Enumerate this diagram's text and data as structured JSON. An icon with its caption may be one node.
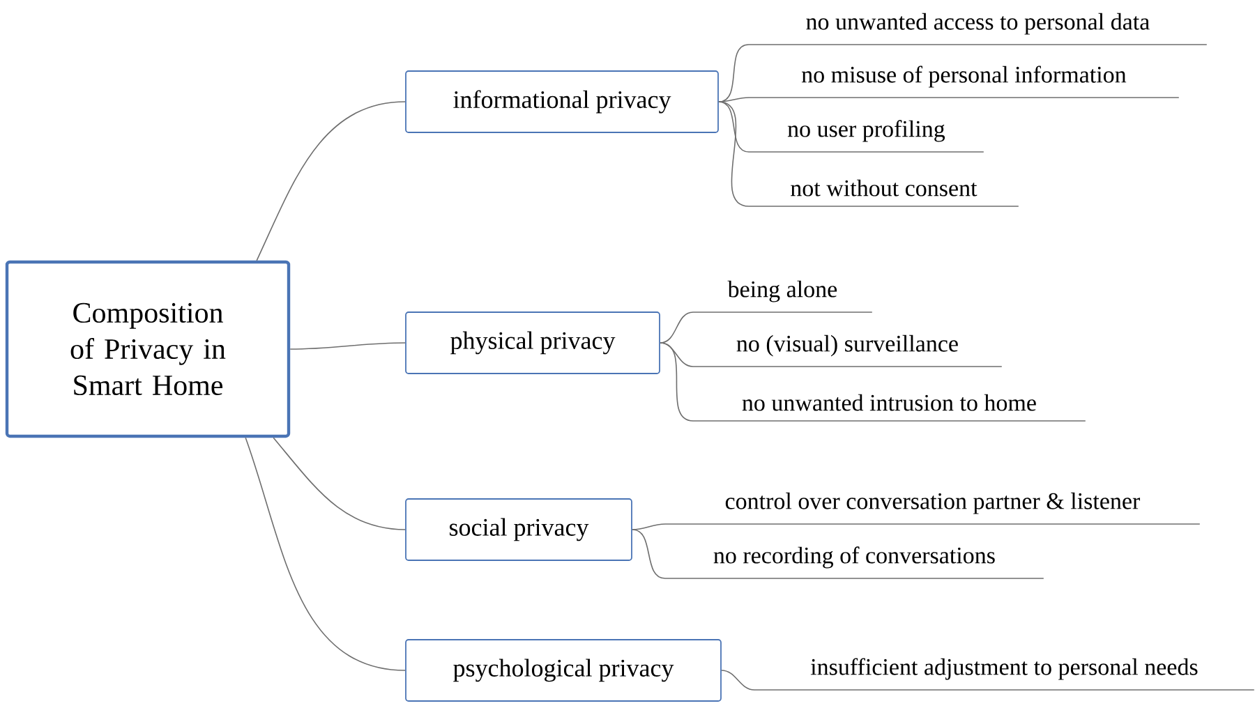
{
  "diagram": {
    "nodes": [
      {
        "text": [
          "Composition of Privacy in Smart Home"
        ]
      },
      {
        "text": [
          "informational privacy"
        ]
      },
      {
        "text": [
          "physical privacy"
        ]
      },
      {
        "text": [
          "social privacy"
        ]
      },
      {
        "text": [
          "psychological privacy"
        ]
      },
      {
        "text": [
          "no unwanted access to personal data"
        ]
      },
      {
        "text": [
          "no misuse of personal information"
        ]
      },
      {
        "text": [
          "no user profiling"
        ]
      },
      {
        "text": [
          "not without consent"
        ]
      },
      {
        "text": [
          "being alone"
        ]
      },
      {
        "text": [
          "no (visual) surveillance"
        ]
      },
      {
        "text": [
          "no unwanted intrusion to home"
        ]
      },
      {
        "text": [
          "control over conversation partner & listener"
        ]
      },
      {
        "text": [
          "no recording of conversations"
        ]
      },
      {
        "text": [
          "insufficient adjustment to personal needs"
        ]
      }
    ],
    "edges": [
      {
        "from": 0,
        "to": 1,
        "arrow": "none"
      },
      {
        "from": 0,
        "to": 2,
        "arrow": "none"
      },
      {
        "from": 0,
        "to": 3,
        "arrow": "none"
      },
      {
        "from": 0,
        "to": 4,
        "arrow": "none"
      },
      {
        "from": 1,
        "to": 5,
        "arrow": "none"
      },
      {
        "from": 1,
        "to": 6,
        "arrow": "none"
      },
      {
        "from": 1,
        "to": 7,
        "arrow": "none"
      },
      {
        "from": 1,
        "to": 8,
        "arrow": "none"
      },
      {
        "from": 2,
        "to": 9,
        "arrow": "none"
      },
      {
        "from": 2,
        "to": 10,
        "arrow": "none"
      },
      {
        "from": 2,
        "to": 11,
        "arrow": "none"
      },
      {
        "from": 3,
        "to": 12,
        "arrow": "none"
      },
      {
        "from": 3,
        "to": 13,
        "arrow": "none"
      },
      {
        "from": 4,
        "to": 14,
        "arrow": "none"
      }
    ]
  }
}
